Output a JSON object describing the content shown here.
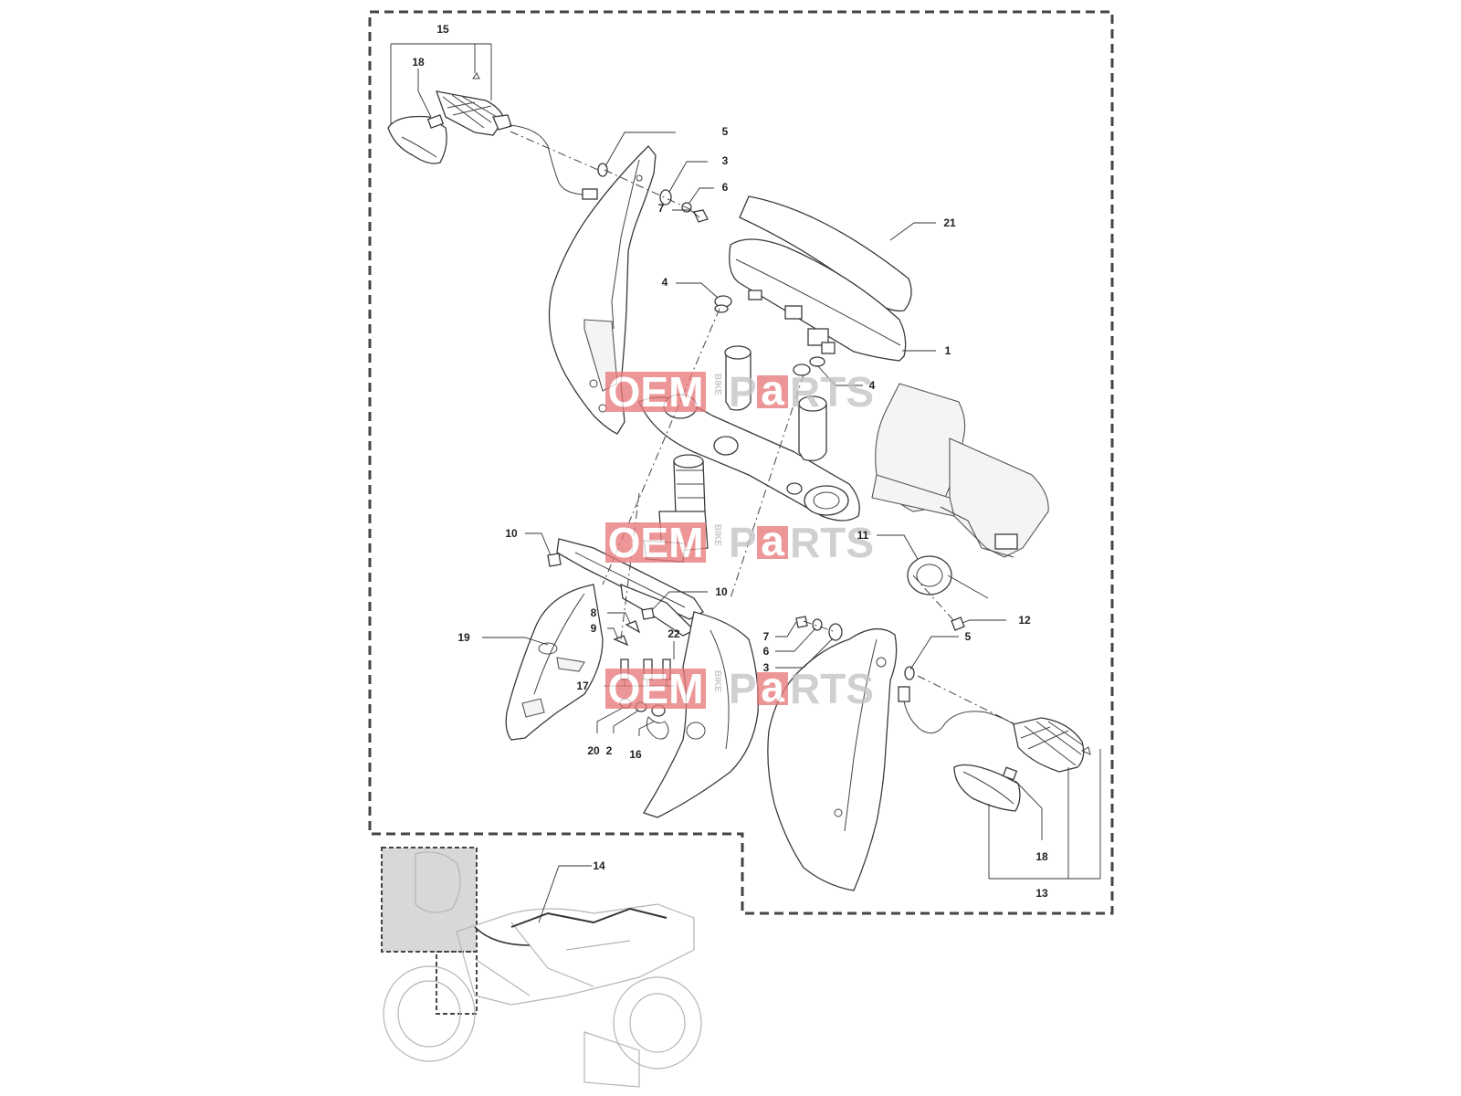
{
  "watermark": {
    "oem": "OEM",
    "bike": "BIKE",
    "parts_p": "P",
    "parts_a": "a",
    "parts_rts": "RTS",
    "colors": {
      "red": "#e8797a",
      "gray": "#c4c4c4"
    }
  },
  "callouts": [
    {
      "id": "15",
      "label": "15"
    },
    {
      "id": "18a",
      "label": "18"
    },
    {
      "id": "5a",
      "label": "5"
    },
    {
      "id": "3a",
      "label": "3"
    },
    {
      "id": "6a",
      "label": "6"
    },
    {
      "id": "7a",
      "label": "7"
    },
    {
      "id": "21",
      "label": "21"
    },
    {
      "id": "4a",
      "label": "4"
    },
    {
      "id": "1",
      "label": "1"
    },
    {
      "id": "4b",
      "label": "4"
    },
    {
      "id": "10a",
      "label": "10"
    },
    {
      "id": "11",
      "label": "11"
    },
    {
      "id": "10b",
      "label": "10"
    },
    {
      "id": "8",
      "label": "8"
    },
    {
      "id": "9",
      "label": "9"
    },
    {
      "id": "12",
      "label": "12"
    },
    {
      "id": "19",
      "label": "19"
    },
    {
      "id": "22",
      "label": "22"
    },
    {
      "id": "7b",
      "label": "7"
    },
    {
      "id": "6b",
      "label": "6"
    },
    {
      "id": "5b",
      "label": "5"
    },
    {
      "id": "3b",
      "label": "3"
    },
    {
      "id": "17",
      "label": "17"
    },
    {
      "id": "20",
      "label": "20"
    },
    {
      "id": "2",
      "label": "2"
    },
    {
      "id": "16",
      "label": "16"
    },
    {
      "id": "18b",
      "label": "18"
    },
    {
      "id": "13",
      "label": "13"
    },
    {
      "id": "14",
      "label": "14"
    }
  ]
}
